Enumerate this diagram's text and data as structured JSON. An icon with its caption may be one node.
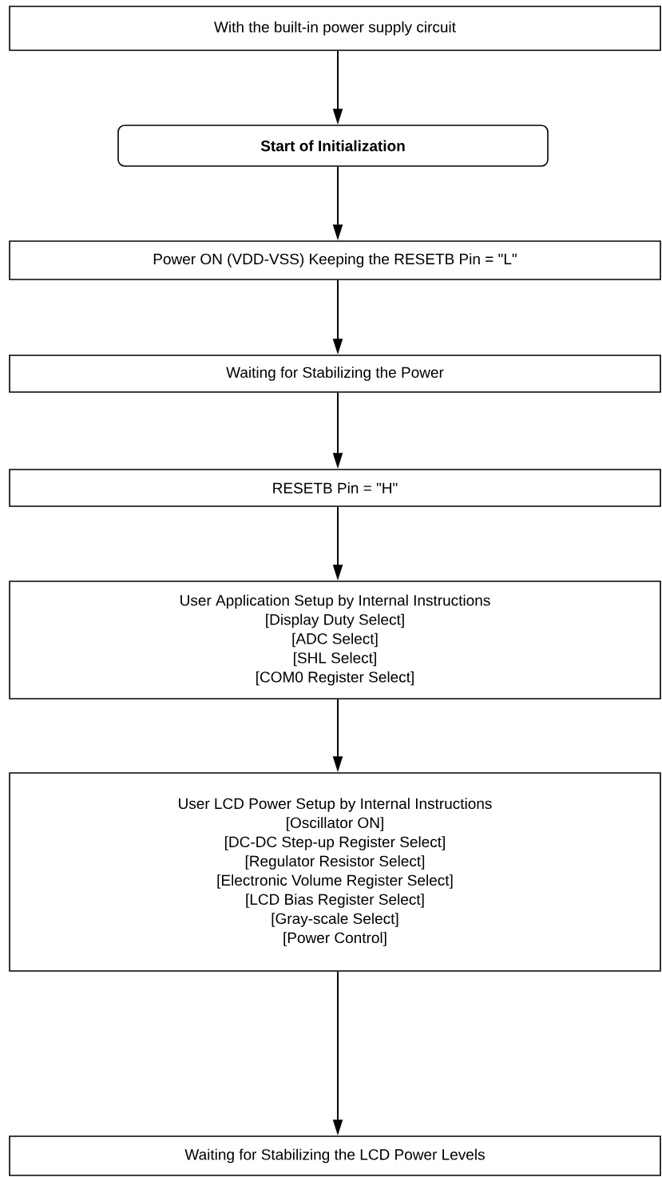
{
  "diagram": {
    "nodes": [
      {
        "text": [
          "With the built-in power supply circuit"
        ]
      },
      {
        "text": [
          "Start of Initialization"
        ]
      },
      {
        "text": [
          "Power ON (VDD-VSS) Keeping the RESETB Pin = \"L\""
        ]
      },
      {
        "text": [
          "Waiting for Stabilizing the Power"
        ]
      },
      {
        "text": [
          "RESETB Pin = \"H\""
        ]
      },
      {
        "text": [
          "User Application Setup by Internal Instructions",
          "[Display Duty Select]",
          "[ADC Select]",
          "[SHL Select]",
          "[COM0 Register Select]"
        ]
      },
      {
        "text": [
          "User LCD Power Setup by Internal Instructions",
          "[Oscillator ON]",
          "[DC-DC Step-up Register Select]",
          "[Regulator Resistor Select]",
          "[Electronic Volume Register Select]",
          "[LCD Bias Register Select]",
          "[Gray-scale Select]",
          "[Power Control]"
        ]
      },
      {
        "text": [
          "Waiting for Stabilizing the LCD Power Levels"
        ]
      }
    ],
    "edges": [
      {
        "from": 0,
        "to": 1,
        "arrow": "to"
      },
      {
        "from": 1,
        "to": 2,
        "arrow": "to"
      },
      {
        "from": 2,
        "to": 3,
        "arrow": "to"
      },
      {
        "from": 3,
        "to": 4,
        "arrow": "to"
      },
      {
        "from": 4,
        "to": 5,
        "arrow": "to"
      },
      {
        "from": 5,
        "to": 6,
        "arrow": "to"
      },
      {
        "from": 6,
        "to": 7,
        "arrow": "to"
      }
    ]
  }
}
